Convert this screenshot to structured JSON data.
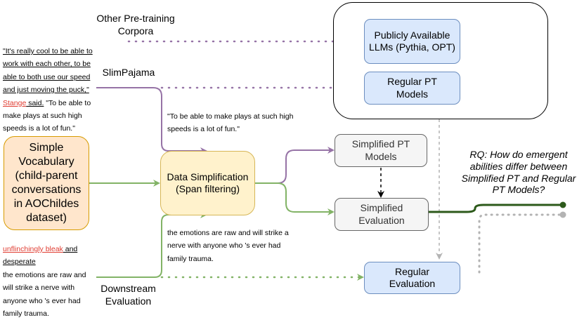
{
  "sources": {
    "other_corpora": "Other Pre-training Corpora",
    "slimpajama": "SlimPajama",
    "downstream": "Downstream Evaluation"
  },
  "examples": {
    "slimpajama_sample": {
      "line1": "\"It's really cool to be able to",
      "line2": "work with each other, to be",
      "line3": "able to both use our speed",
      "line4": "and just moving the puck,\"",
      "name": "Stange",
      "said": " said.",
      "tail": " \"To be able to",
      "line6": "make plays at such high",
      "line7": "speeds is a lot of fun.\""
    },
    "slimpajama_filtered": "\"To be able to make plays at such high speeds is a lot of fun.\"",
    "downstream_sample": {
      "highlight": "unflinchingly bleak",
      "and": " and",
      "desperate": "desperate",
      "rest": "the emotions are raw and will strike a nerve with anyone who 's ever had family trauma."
    },
    "downstream_filtered": "the emotions are raw and will strike a nerve with anyone who 's ever had family trauma."
  },
  "nodes": {
    "simple_vocab": "Simple Vocabulary (child-parent conversations in AOChildes dataset)",
    "data_simplification": "Data Simplification (Span filtering)",
    "public_llms": "Publicly Available LLMs (Pythia, OPT)",
    "regular_pt": "Regular PT Models",
    "simplified_pt": "Simplified PT Models",
    "simplified_eval": "Simplified Evaluation",
    "regular_eval": "Regular Evaluation"
  },
  "research_question": "RQ: How do emergent abilities differ between Simplified PT and Regular PT Models?",
  "colors": {
    "purple": "#9673a6",
    "green": "#82b366",
    "dark_green": "#2d5a1b",
    "gray": "#b3b3b3",
    "black": "#000000",
    "red_text": "#e03c31"
  }
}
